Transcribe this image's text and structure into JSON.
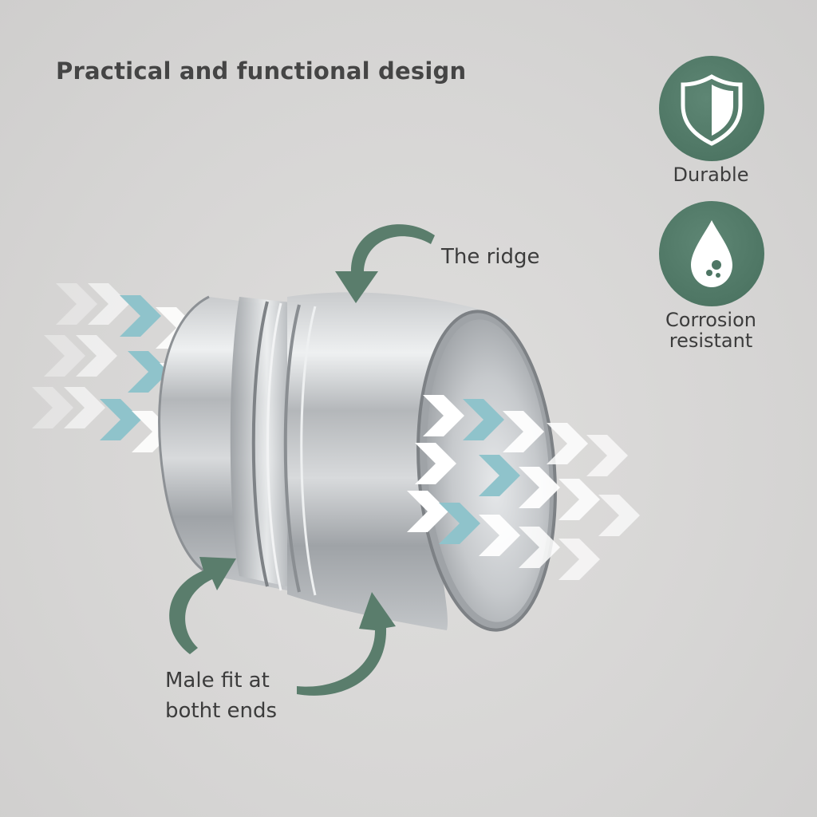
{
  "header": {
    "title": "Practical and functional design"
  },
  "features": [
    {
      "label": "Durable",
      "icon": "shield-icon"
    },
    {
      "label_line1": "Corrosion",
      "label_line2": "resistant",
      "icon": "water-drop-icon"
    }
  ],
  "callouts": {
    "ridge": "The ridge",
    "male_fit_line1": "Male fit at",
    "male_fit_line2": "botht ends"
  },
  "colors": {
    "accent_green": "#4e7664",
    "arrow_blue": "#8fc3cb",
    "arrow_white": "#ffffff",
    "text_dark": "#3c3c3c"
  }
}
